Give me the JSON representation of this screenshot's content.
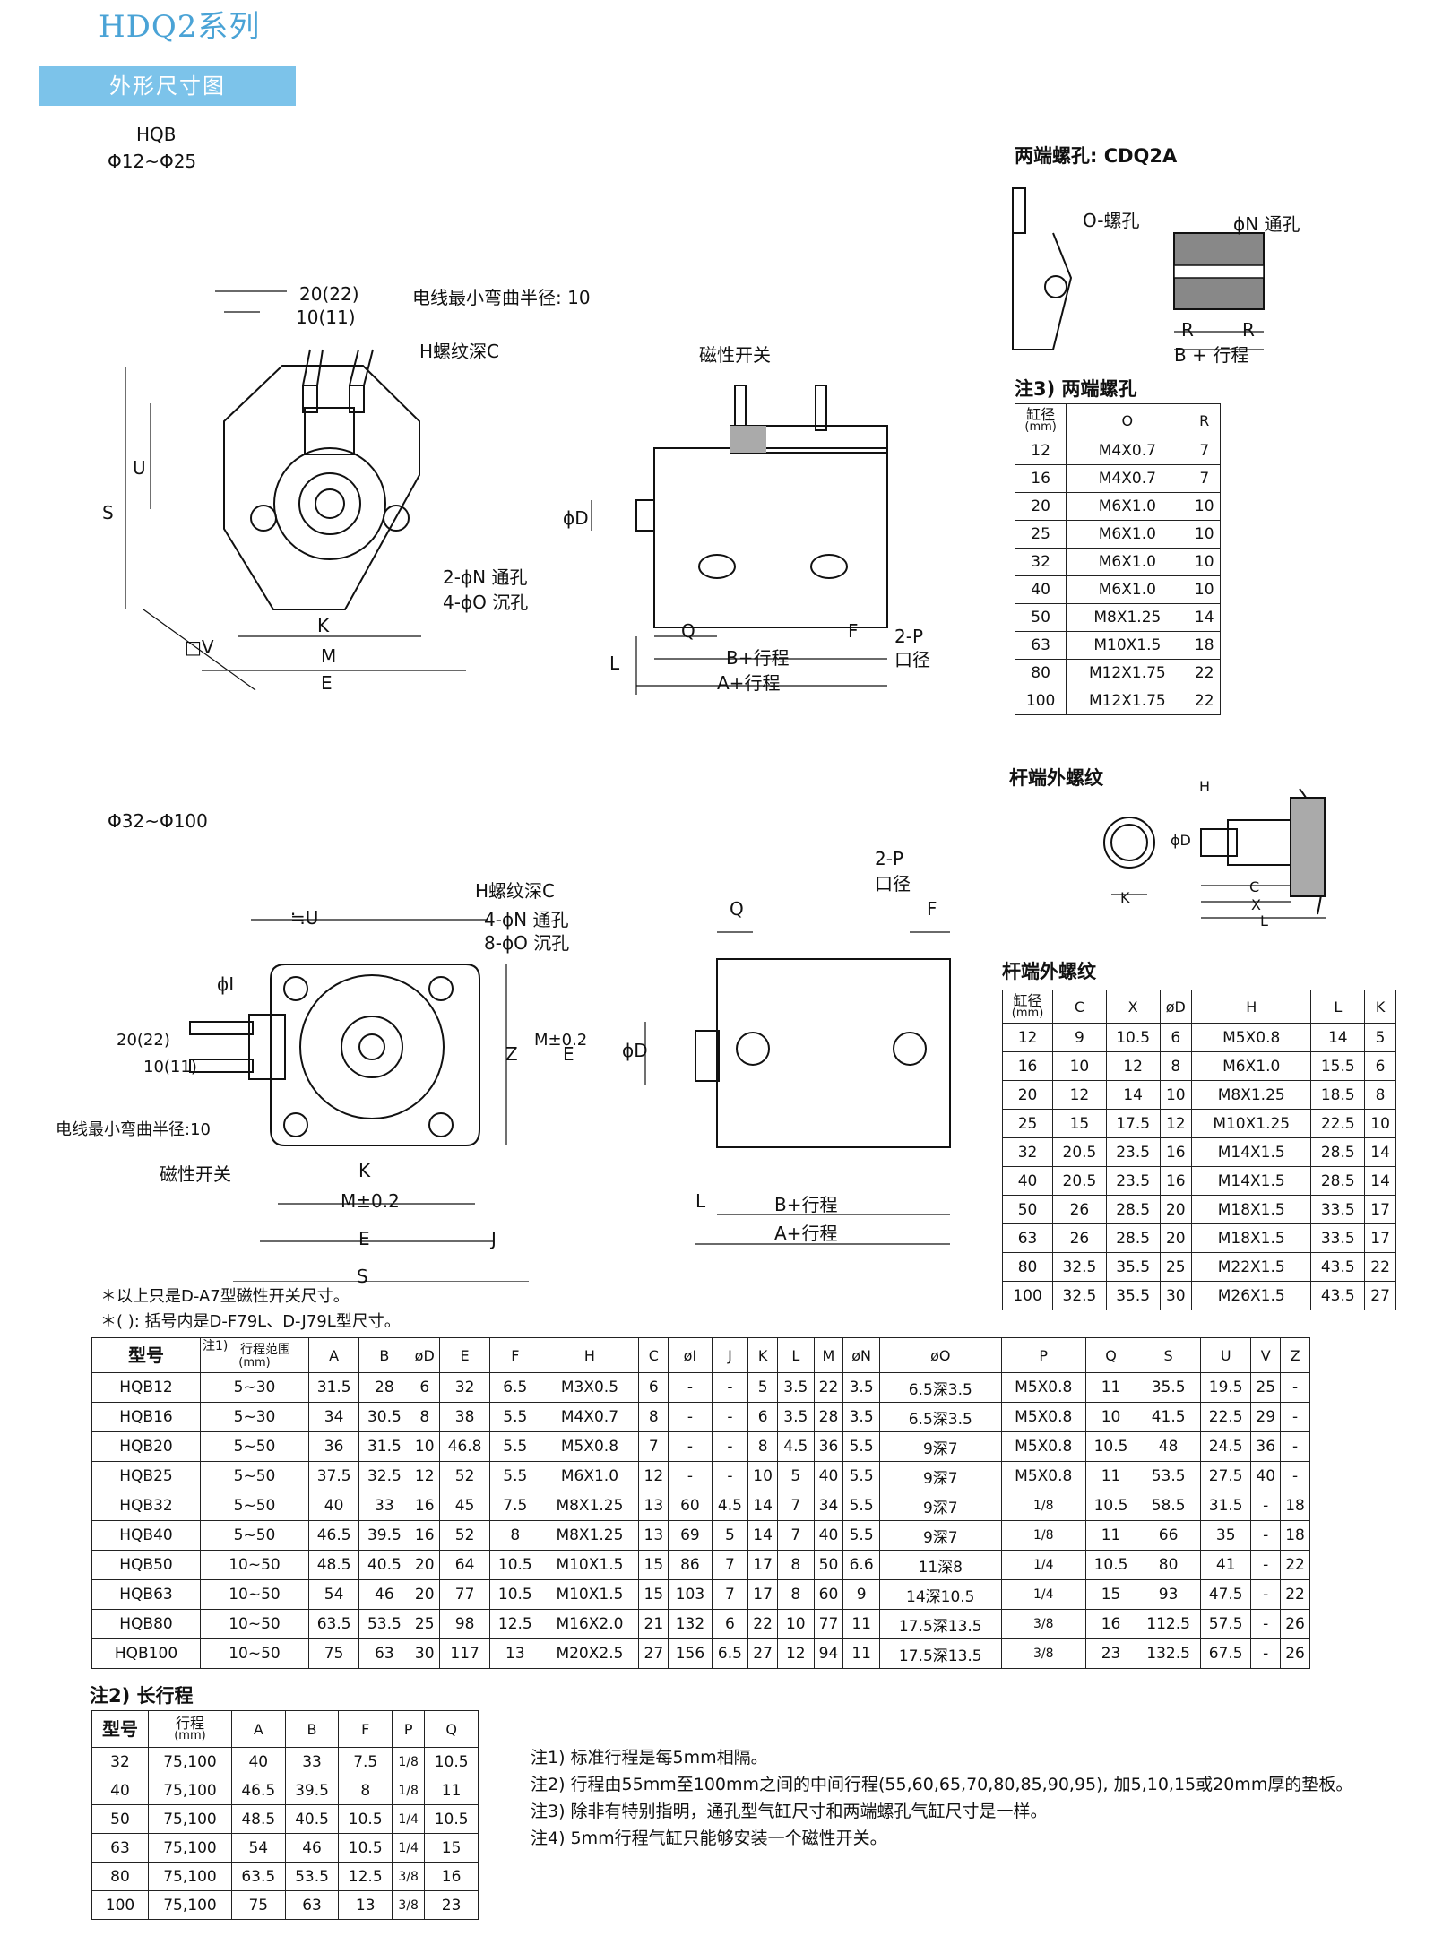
{
  "header": {
    "series_title": "HDQ2系列",
    "section": "外形尺寸图"
  },
  "drawings": {
    "model": "HQB",
    "range_small": "Φ12~Φ25",
    "range_large": "Φ32~Φ100",
    "small_front": {
      "dim_20": "20(22)",
      "dim_10": "10(11)",
      "bend_radius": "电线最小弯曲半径: 10",
      "thread": "H螺纹深C",
      "holes1": "2-ϕN 通孔",
      "holes2": "4-ϕO 沉孔",
      "S": "S",
      "U": "U",
      "V": "□V",
      "K": "K",
      "M": "M",
      "E": "E"
    },
    "small_side": {
      "switch": "磁性开关",
      "phiD": "ϕD",
      "Q": "Q",
      "F": "F",
      "L": "L",
      "B": "B+行程",
      "A": "A+行程",
      "port": "2-P",
      "port_sub": "口径"
    },
    "large_front": {
      "U": "≒U",
      "thread": "H螺纹深C",
      "holes1": "4-ϕN 通孔",
      "holes2": "8-ϕO 沉孔",
      "phiI": "ϕI",
      "dim_20": "20(22)",
      "dim_10": "10(11)",
      "bend_radius": "电线最小弯曲半径:10",
      "switch": "磁性开关",
      "Z": "Z",
      "M_tol": "M±0.2",
      "E": "E",
      "K": "K",
      "M_bottom": "M±0.2",
      "E_bottom": "E",
      "J": "J",
      "S": "S"
    },
    "large_side": {
      "port": "2-P",
      "port_sub": "口径",
      "Q": "Q",
      "F": "F",
      "phiD": "ϕD",
      "L": "L",
      "B": "B+行程",
      "A": "A+行程"
    },
    "end_holes": {
      "title": "两端螺孔: CDQ2A",
      "o_label": "O-螺孔",
      "n_label": "ϕN 通孔",
      "R": "R",
      "B_stroke": "B + 行程"
    },
    "rod_end": {
      "title": "杆端外螺纹",
      "H": "H",
      "phiD": "ϕD",
      "K": "K",
      "C": "C",
      "X": "X",
      "L": "L"
    }
  },
  "end_hole_table": {
    "title": "注3) 两端螺孔",
    "headers": [
      "缸径",
      "O",
      "R"
    ],
    "header_sub": "(mm)",
    "rows": [
      [
        "12",
        "M4X0.7",
        "7"
      ],
      [
        "16",
        "M4X0.7",
        "7"
      ],
      [
        "20",
        "M6X1.0",
        "10"
      ],
      [
        "25",
        "M6X1.0",
        "10"
      ],
      [
        "32",
        "M6X1.0",
        "10"
      ],
      [
        "40",
        "M6X1.0",
        "10"
      ],
      [
        "50",
        "M8X1.25",
        "14"
      ],
      [
        "63",
        "M10X1.5",
        "18"
      ],
      [
        "80",
        "M12X1.75",
        "22"
      ],
      [
        "100",
        "M12X1.75",
        "22"
      ]
    ]
  },
  "rod_table": {
    "title": "杆端外螺纹",
    "headers": [
      "缸径",
      "C",
      "X",
      "øD",
      "H",
      "L",
      "K"
    ],
    "header_sub": "(mm)",
    "rows": [
      [
        "12",
        "9",
        "10.5",
        "6",
        "M5X0.8",
        "14",
        "5"
      ],
      [
        "16",
        "10",
        "12",
        "8",
        "M6X1.0",
        "15.5",
        "6"
      ],
      [
        "20",
        "12",
        "14",
        "10",
        "M8X1.25",
        "18.5",
        "8"
      ],
      [
        "25",
        "15",
        "17.5",
        "12",
        "M10X1.25",
        "22.5",
        "10"
      ],
      [
        "32",
        "20.5",
        "23.5",
        "16",
        "M14X1.5",
        "28.5",
        "14"
      ],
      [
        "40",
        "20.5",
        "23.5",
        "16",
        "M14X1.5",
        "28.5",
        "14"
      ],
      [
        "50",
        "26",
        "28.5",
        "20",
        "M18X1.5",
        "33.5",
        "17"
      ],
      [
        "63",
        "26",
        "28.5",
        "20",
        "M18X1.5",
        "33.5",
        "17"
      ],
      [
        "80",
        "32.5",
        "35.5",
        "25",
        "M22X1.5",
        "43.5",
        "22"
      ],
      [
        "100",
        "32.5",
        "35.5",
        "30",
        "M26X1.5",
        "43.5",
        "27"
      ]
    ]
  },
  "footnotes": [
    "＊以上只是D-A7型磁性开关尺寸。",
    "＊( ): 括号内是D-F79L、D-J79L型尺寸。"
  ],
  "main_table": {
    "model_header": "型号",
    "stroke_note": "注1)",
    "stroke_header": "行程范围",
    "stroke_sub": "(mm)",
    "headers": [
      "A",
      "B",
      "øD",
      "E",
      "F",
      "H",
      "C",
      "øI",
      "J",
      "K",
      "L",
      "M",
      "øN",
      "øO",
      "P",
      "Q",
      "S",
      "U",
      "V",
      "Z"
    ],
    "rows": [
      [
        "HQB12",
        "5~30",
        "31.5",
        "28",
        "6",
        "32",
        "6.5",
        "M3X0.5",
        "6",
        "-",
        "-",
        "5",
        "3.5",
        "22",
        "3.5",
        "6.5深3.5",
        "M5X0.8",
        "11",
        "35.5",
        "19.5",
        "25",
        "-"
      ],
      [
        "HQB16",
        "5~30",
        "34",
        "30.5",
        "8",
        "38",
        "5.5",
        "M4X0.7",
        "8",
        "-",
        "-",
        "6",
        "3.5",
        "28",
        "3.5",
        "6.5深3.5",
        "M5X0.8",
        "10",
        "41.5",
        "22.5",
        "29",
        "-"
      ],
      [
        "HQB20",
        "5~50",
        "36",
        "31.5",
        "10",
        "46.8",
        "5.5",
        "M5X0.8",
        "7",
        "-",
        "-",
        "8",
        "4.5",
        "36",
        "5.5",
        "9深7",
        "M5X0.8",
        "10.5",
        "48",
        "24.5",
        "36",
        "-"
      ],
      [
        "HQB25",
        "5~50",
        "37.5",
        "32.5",
        "12",
        "52",
        "5.5",
        "M6X1.0",
        "12",
        "-",
        "-",
        "10",
        "5",
        "40",
        "5.5",
        "9深7",
        "M5X0.8",
        "11",
        "53.5",
        "27.5",
        "40",
        "-"
      ],
      [
        "HQB32",
        "5~50",
        "40",
        "33",
        "16",
        "45",
        "7.5",
        "M8X1.25",
        "13",
        "60",
        "4.5",
        "14",
        "7",
        "34",
        "5.5",
        "9深7",
        "1/8",
        "10.5",
        "58.5",
        "31.5",
        "-",
        "18"
      ],
      [
        "HQB40",
        "5~50",
        "46.5",
        "39.5",
        "16",
        "52",
        "8",
        "M8X1.25",
        "13",
        "69",
        "5",
        "14",
        "7",
        "40",
        "5.5",
        "9深7",
        "1/8",
        "11",
        "66",
        "35",
        "-",
        "18"
      ],
      [
        "HQB50",
        "10~50",
        "48.5",
        "40.5",
        "20",
        "64",
        "10.5",
        "M10X1.5",
        "15",
        "86",
        "7",
        "17",
        "8",
        "50",
        "6.6",
        "11深8",
        "1/4",
        "10.5",
        "80",
        "41",
        "-",
        "22"
      ],
      [
        "HQB63",
        "10~50",
        "54",
        "46",
        "20",
        "77",
        "10.5",
        "M10X1.5",
        "15",
        "103",
        "7",
        "17",
        "8",
        "60",
        "9",
        "14深10.5",
        "1/4",
        "15",
        "93",
        "47.5",
        "-",
        "22"
      ],
      [
        "HQB80",
        "10~50",
        "63.5",
        "53.5",
        "25",
        "98",
        "12.5",
        "M16X2.0",
        "21",
        "132",
        "6",
        "22",
        "10",
        "77",
        "11",
        "17.5深13.5",
        "3/8",
        "16",
        "112.5",
        "57.5",
        "-",
        "26"
      ],
      [
        "HQB100",
        "10~50",
        "75",
        "63",
        "30",
        "117",
        "13",
        "M20X2.5",
        "27",
        "156",
        "6.5",
        "27",
        "12",
        "94",
        "11",
        "17.5深13.5",
        "3/8",
        "23",
        "132.5",
        "67.5",
        "-",
        "26"
      ]
    ]
  },
  "long_stroke": {
    "title": "注2) 长行程",
    "headers": [
      "型号",
      "行程",
      "A",
      "B",
      "F",
      "P",
      "Q"
    ],
    "header_sub": "(mm)",
    "rows": [
      [
        "32",
        "75,100",
        "40",
        "33",
        "7.5",
        "1/8",
        "10.5"
      ],
      [
        "40",
        "75,100",
        "46.5",
        "39.5",
        "8",
        "1/8",
        "11"
      ],
      [
        "50",
        "75,100",
        "48.5",
        "40.5",
        "10.5",
        "1/4",
        "10.5"
      ],
      [
        "63",
        "75,100",
        "54",
        "46",
        "10.5",
        "1/4",
        "15"
      ],
      [
        "80",
        "75,100",
        "63.5",
        "53.5",
        "12.5",
        "3/8",
        "16"
      ],
      [
        "100",
        "75,100",
        "75",
        "63",
        "13",
        "3/8",
        "23"
      ]
    ]
  },
  "notes": [
    "注1) 标准行程是每5mm相隔。",
    "注2) 行程由55mm至100mm之间的中间行程(55,60,65,70,80,85,90,95), 加5,10,15或20mm厚的垫板。",
    "注3) 除非有特别指明，通孔型气缸尺寸和两端螺孔气缸尺寸是一样。",
    "注4) 5mm行程气缸只能够安装一个磁性开关。"
  ]
}
